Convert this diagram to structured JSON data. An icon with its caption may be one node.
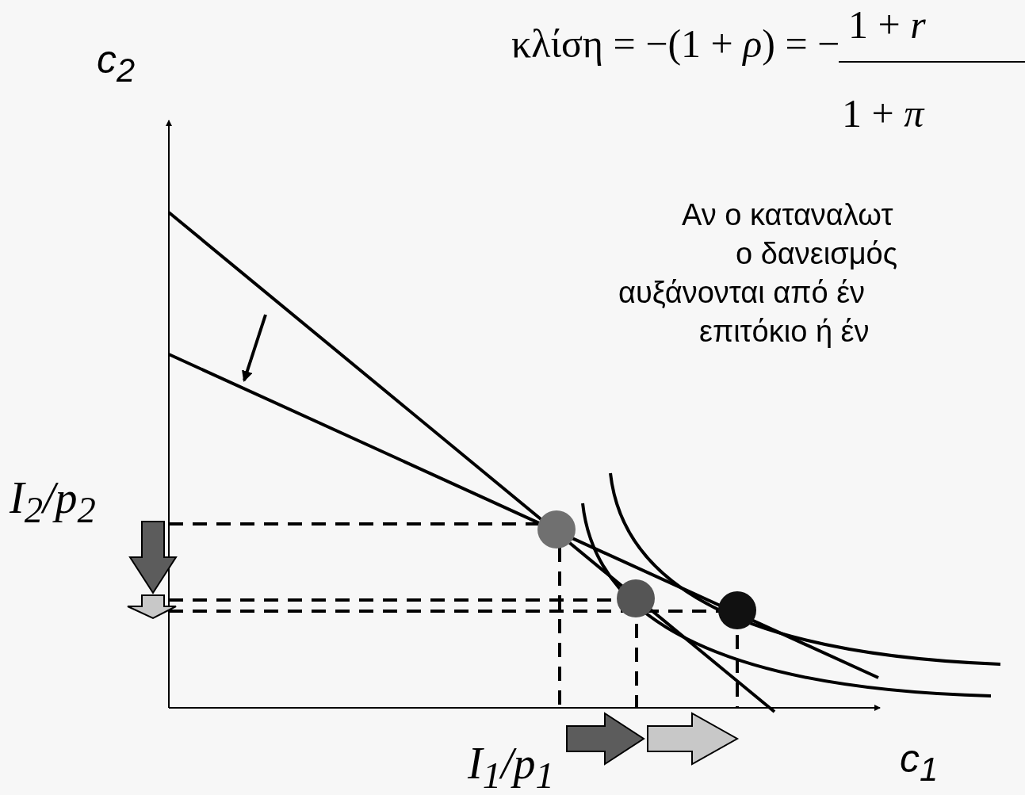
{
  "diagram": {
    "labels": [
      "κλίση = −(1 + *ρ*) = −",
      "1 + *r*",
      "1 + *π*",
      "c$_{2}$",
      "Αν ο καταναλωτ",
      "ο δανεισμός",
      "αυξάνονται από έν",
      "επιτόκιο ή έν",
      "I$_{2}$/p$_{2}$",
      "I$_{1}$/p$_{1}$",
      "c$_{1}$"
    ]
  }
}
